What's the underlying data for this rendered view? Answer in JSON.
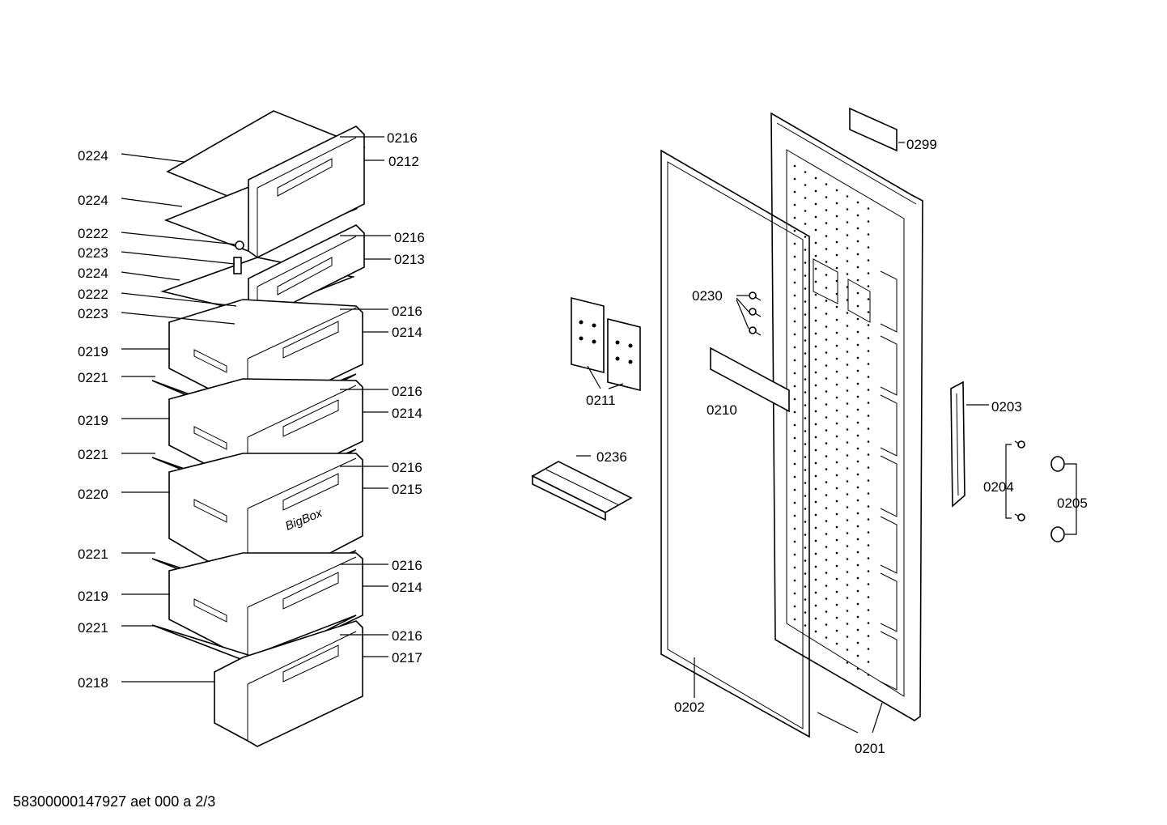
{
  "labels": {
    "l_0224_a": "0224",
    "l_0224_b": "0224",
    "l_0222_a": "0222",
    "l_0223_a": "0223",
    "l_0224_c": "0224",
    "l_0222_b": "0222",
    "l_0223_b": "0223",
    "l_0219_a": "0219",
    "l_0221_a": "0221",
    "l_0219_b": "0219",
    "l_0221_b": "0221",
    "l_0220": "0220",
    "l_0221_c": "0221",
    "l_0219_c": "0219",
    "l_0221_d": "0221",
    "l_0218": "0218",
    "l_0216_a": "0216",
    "l_0212": "0212",
    "l_0216_b": "0216",
    "l_0213": "0213",
    "l_0216_c": "0216",
    "l_0214_a": "0214",
    "l_0216_d": "0216",
    "l_0214_b": "0214",
    "l_0216_e": "0216",
    "l_0215": "0215",
    "l_0216_f": "0216",
    "l_0214_c": "0214",
    "l_0216_g": "0216",
    "l_0217": "0217",
    "l_0299": "0299",
    "l_0230": "0230",
    "l_0211": "0211",
    "l_0210": "0210",
    "l_0236": "0236",
    "l_0203": "0203",
    "l_0204": "0204",
    "l_0205": "0205",
    "l_0202": "0202",
    "l_0201": "0201"
  },
  "drawer_text": "BigBox",
  "footer": "58300000147927 aet 000 a 2/3"
}
